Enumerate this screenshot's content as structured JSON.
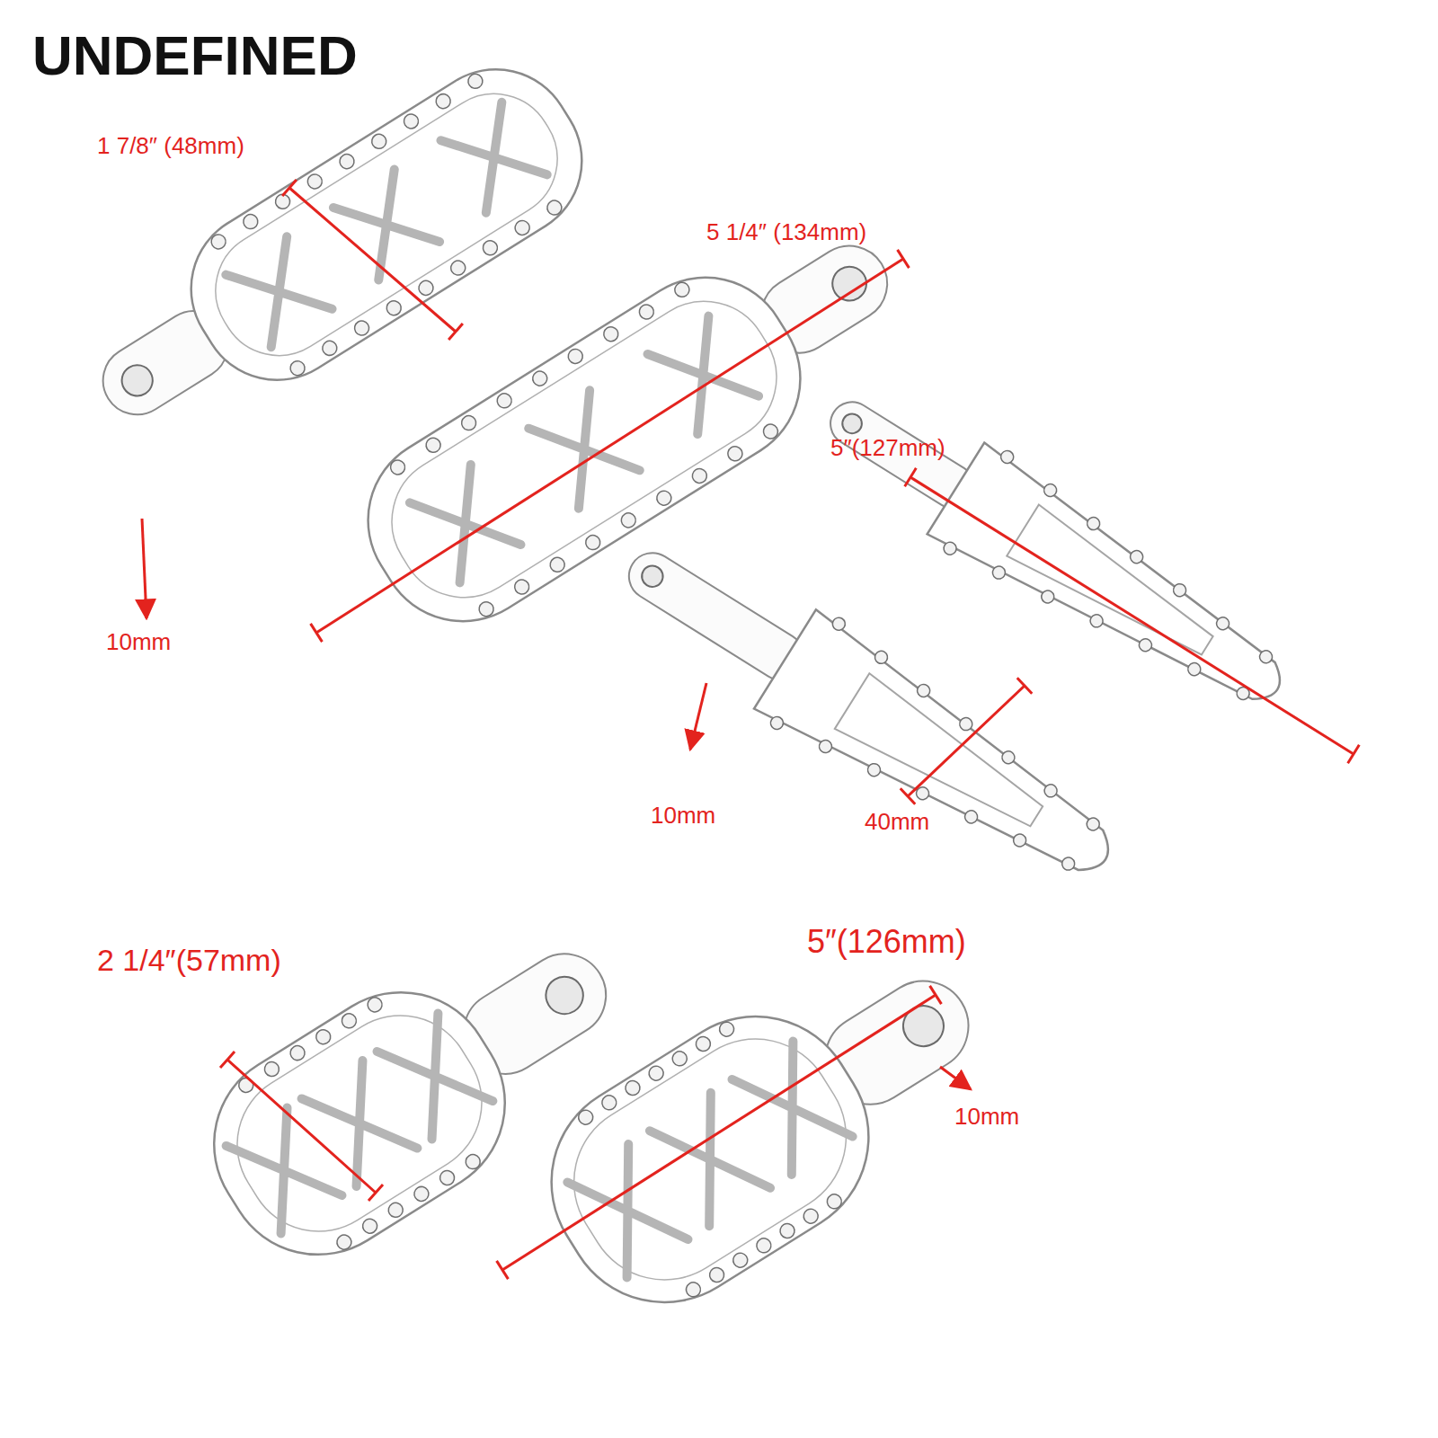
{
  "diagram": {
    "labels": [
      "UNDEFINED",
      "1 7/8″ (48mm)",
      "5 1/4″ (134mm)",
      "5″(127mm)",
      "10mm",
      "10mm",
      "40mm",
      "2 1/4″(57mm)",
      "5″(126mm)",
      "10mm"
    ]
  }
}
